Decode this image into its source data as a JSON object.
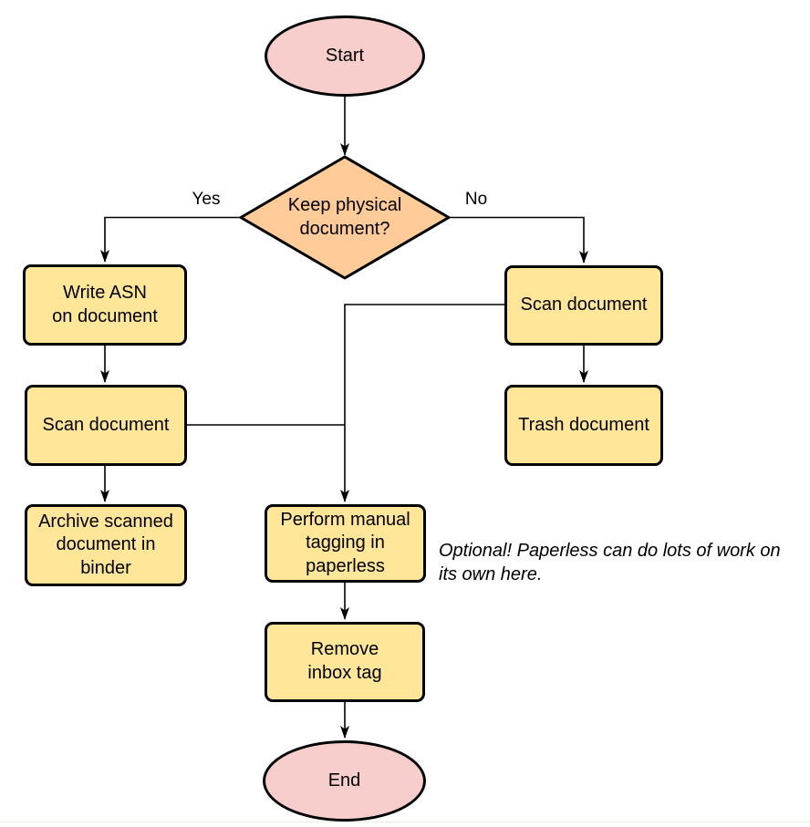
{
  "diagram": {
    "type": "flowchart",
    "colors": {
      "terminal_fill": "#F8CECC",
      "decision_fill": "#FFCC99",
      "process_fill": "#FFE699",
      "stroke": "#000000"
    },
    "nodes": {
      "start": {
        "label": "Start",
        "shape": "ellipse"
      },
      "decision": {
        "label": "Keep physical\ndocument?",
        "shape": "diamond"
      },
      "write_asn": {
        "label": "Write ASN\non document",
        "shape": "rounded-rect"
      },
      "scan_left": {
        "label": "Scan document",
        "shape": "rounded-rect"
      },
      "archive": {
        "label": "Archive scanned\ndocument in\nbinder",
        "shape": "rounded-rect"
      },
      "scan_right": {
        "label": "Scan document",
        "shape": "rounded-rect"
      },
      "trash": {
        "label": "Trash document",
        "shape": "rounded-rect"
      },
      "perform_tagging": {
        "label": "Perform manual\ntagging in\npaperless",
        "shape": "rounded-rect"
      },
      "remove_inbox": {
        "label": "Remove\ninbox tag",
        "shape": "rounded-rect"
      },
      "end": {
        "label": "End",
        "shape": "ellipse"
      }
    },
    "edge_labels": {
      "yes": "Yes",
      "no": "No"
    },
    "annotation": {
      "text": "Optional! Paperless can do lots of work on its own here."
    }
  }
}
